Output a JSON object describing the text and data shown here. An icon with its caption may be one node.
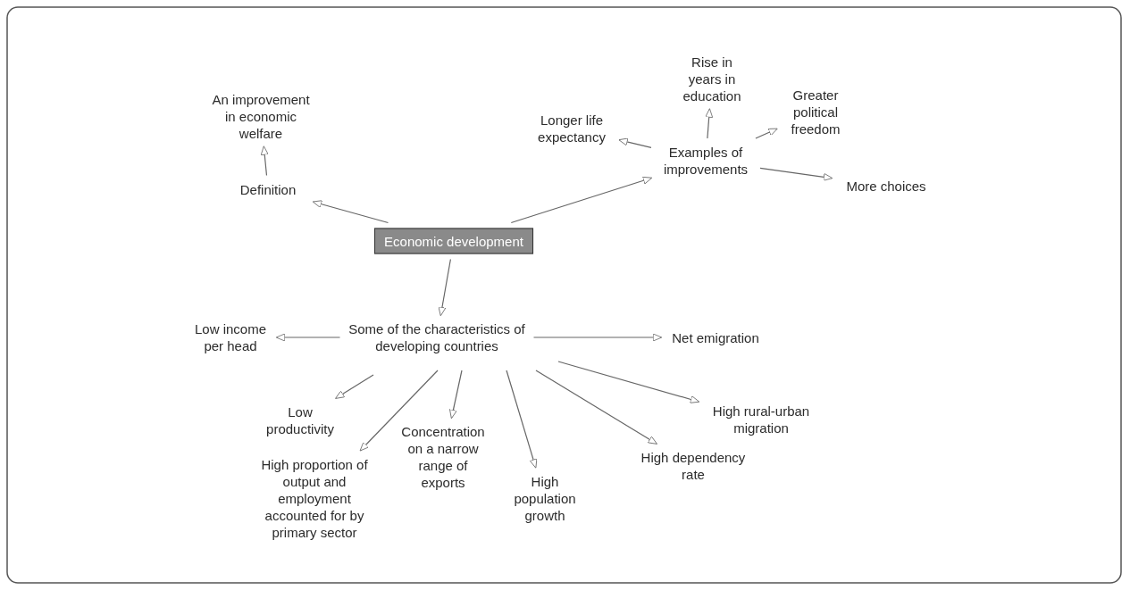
{
  "diagram": {
    "nodes": [
      {
        "text": [
          "Economic development"
        ]
      },
      {
        "text": [
          "Definition"
        ]
      },
      {
        "text": [
          "An improvement in economic welfare"
        ]
      },
      {
        "text": [
          "Examples of improvements"
        ]
      },
      {
        "text": [
          "Longer life expectancy"
        ]
      },
      {
        "text": [
          "Rise in years in education"
        ]
      },
      {
        "text": [
          "Greater political freedom"
        ]
      },
      {
        "text": [
          "More choices"
        ]
      },
      {
        "text": [
          "Some of the characteristics of developing countries"
        ]
      },
      {
        "text": [
          "Low income per head"
        ]
      },
      {
        "text": [
          "Net emigration"
        ]
      },
      {
        "text": [
          "Low productivity"
        ]
      },
      {
        "text": [
          "High proportion of output and employment accounted for by primary sector"
        ]
      },
      {
        "text": [
          "Concentration on a narrow range of exports"
        ]
      },
      {
        "text": [
          "High population growth"
        ]
      },
      {
        "text": [
          "High dependency rate"
        ]
      },
      {
        "text": [
          "High rural-urban migration"
        ]
      }
    ],
    "edges": [
      {
        "from": 0,
        "to": 1,
        "arrow": "to"
      },
      {
        "from": 1,
        "to": 2,
        "arrow": "to"
      },
      {
        "from": 0,
        "to": 3,
        "arrow": "to"
      },
      {
        "from": 3,
        "to": 4,
        "arrow": "to"
      },
      {
        "from": 3,
        "to": 5,
        "arrow": "to"
      },
      {
        "from": 3,
        "to": 6,
        "arrow": "to"
      },
      {
        "from": 3,
        "to": 7,
        "arrow": "to"
      },
      {
        "from": 0,
        "to": 8,
        "arrow": "to"
      },
      {
        "from": 8,
        "to": 9,
        "arrow": "to"
      },
      {
        "from": 8,
        "to": 10,
        "arrow": "to"
      },
      {
        "from": 8,
        "to": 11,
        "arrow": "to"
      },
      {
        "from": 8,
        "to": 12,
        "arrow": "to"
      },
      {
        "from": 8,
        "to": 13,
        "arrow": "to"
      },
      {
        "from": 8,
        "to": 14,
        "arrow": "to"
      },
      {
        "from": 8,
        "to": 15,
        "arrow": "to"
      },
      {
        "from": 8,
        "to": 16,
        "arrow": "to"
      }
    ]
  }
}
